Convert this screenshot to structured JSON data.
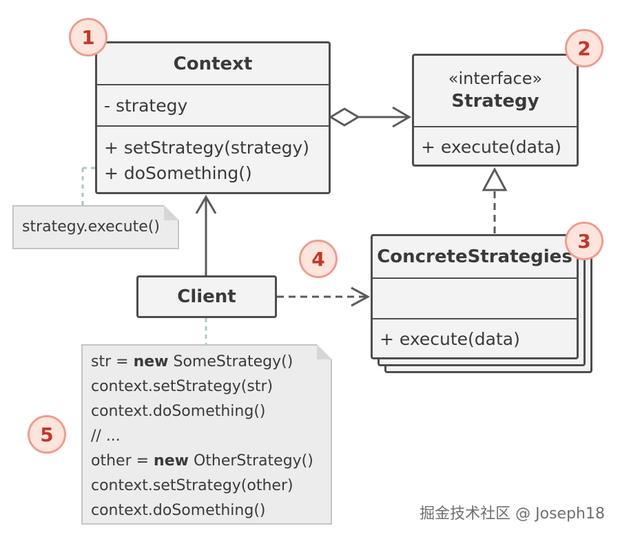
{
  "context": {
    "name": "Context",
    "fields": [
      "- strategy"
    ],
    "methods": [
      "+ setStrategy(strategy)",
      "+ doSomething()"
    ]
  },
  "strategy": {
    "stereotype": "«interface»",
    "name": "Strategy",
    "methods": [
      "+ execute(data)"
    ]
  },
  "concrete": {
    "name": "ConcreteStrategies",
    "methods": [
      "+ execute(data)"
    ]
  },
  "client": {
    "name": "Client"
  },
  "context_note": {
    "text": "strategy.execute()"
  },
  "client_note": {
    "lines": [
      {
        "pre": "str = ",
        "kw": "new",
        "post": " SomeStrategy()"
      },
      {
        "pre": "context.setStrategy(str)",
        "kw": "",
        "post": ""
      },
      {
        "pre": "context.doSomething()",
        "kw": "",
        "post": ""
      },
      {
        "pre": "// ...",
        "kw": "",
        "post": ""
      },
      {
        "pre": "other = ",
        "kw": "new",
        "post": " OtherStrategy()"
      },
      {
        "pre": "context.setStrategy(other)",
        "kw": "",
        "post": ""
      },
      {
        "pre": "context.doSomething()",
        "kw": "",
        "post": ""
      }
    ]
  },
  "badges": [
    "1",
    "2",
    "3",
    "4",
    "5"
  ],
  "watermark": "掘金技术社区 @ Joseph18",
  "colors": {
    "badge_text": "#c0392b",
    "badge_fill": "#fde4dc",
    "badge_border": "#ef9c8d",
    "line": "#5a5a5a"
  }
}
